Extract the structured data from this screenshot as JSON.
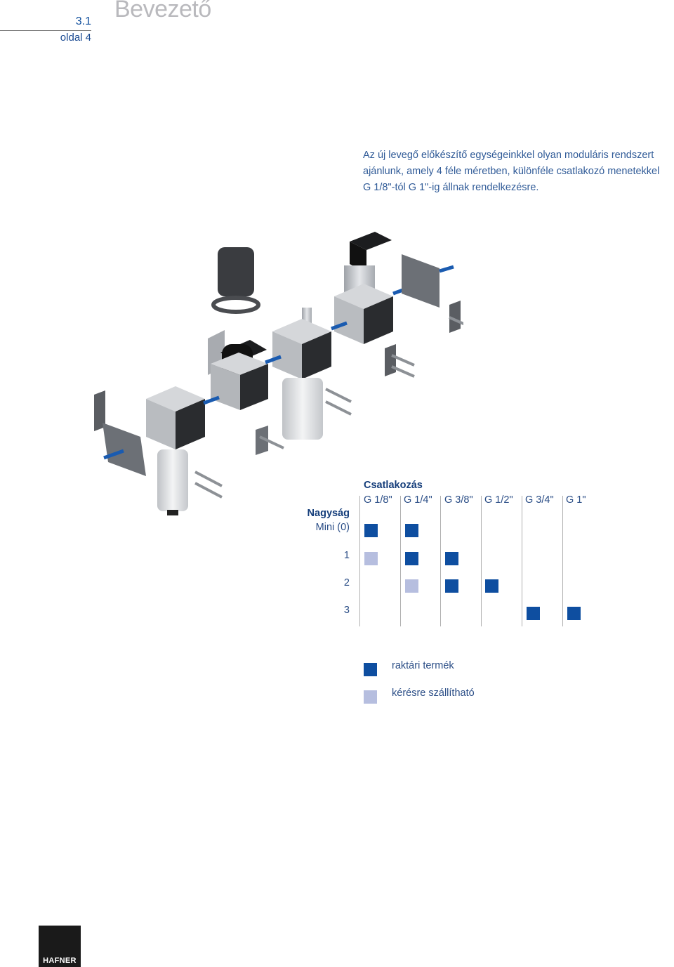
{
  "header": {
    "section": "3.1",
    "page": "oldal 4",
    "title": "Bevezető"
  },
  "intro": {
    "lines": [
      "Az új levegő előkészítő egységeinkkel olyan moduláris rendszert",
      "ajánlunk, amely 4 féle méretben, különféle csatlakozó menetekkel",
      "G 1/8\"-tól G 1\"-ig állnak rendelkezésre."
    ]
  },
  "illustration": {
    "description_icon": "exploded-modular-unit-illustration"
  },
  "table": {
    "connection_title": "Csatlakozás",
    "size_title": "Nagyság",
    "columns": [
      "G 1/8\"",
      "G 1/4\"",
      "G 3/8\"",
      "G 1/2\"",
      "G 3/4\"",
      "G 1\""
    ],
    "rows": [
      {
        "label": "Mini (0)",
        "cells": [
          "stock",
          "stock",
          "",
          "",
          "",
          ""
        ]
      },
      {
        "label": "1",
        "cells": [
          "request",
          "stock",
          "stock",
          "",
          "",
          ""
        ]
      },
      {
        "label": "2",
        "cells": [
          "",
          "request",
          "stock",
          "stock",
          "",
          ""
        ]
      },
      {
        "label": "3",
        "cells": [
          "",
          "",
          "",
          "",
          "stock",
          "stock"
        ]
      }
    ]
  },
  "legend": {
    "stock": "raktári termék",
    "request": "kérésre szállítható"
  },
  "colors": {
    "stock": "#0e4ea0",
    "request": "#b6bedf",
    "accent": "#0d4d9c"
  },
  "logo": {
    "text": "HAFNER"
  }
}
